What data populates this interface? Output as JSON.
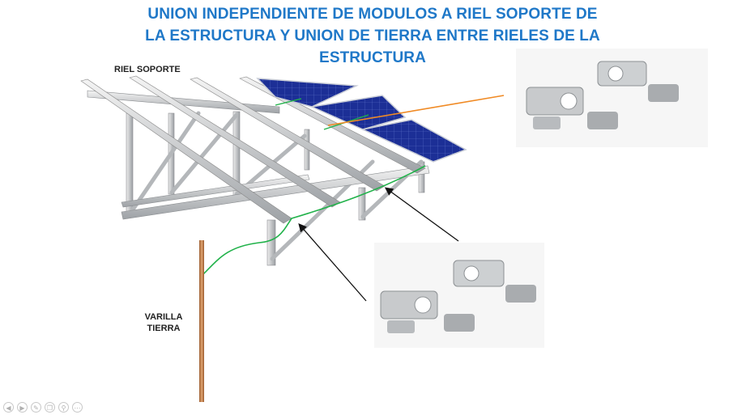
{
  "title": {
    "line1": "UNION INDEPENDIENTE DE MODULOS A RIEL SOPORTE DE",
    "line2": "LA ESTRUCTURA Y UNION DE TIERRA ENTRE RIELES DE LA",
    "line3": "ESTRUCTURA"
  },
  "labels": {
    "riel_soporte": "RIEL SOPORTE",
    "varilla_line1": "VARILLA",
    "varilla_line2": "TIERRA"
  },
  "colors": {
    "title": "#1f78c8",
    "ground_wire": "#21b24a",
    "callout_line": "#f08a24",
    "panel": "#1b2a8c",
    "rod": "#c07a45"
  },
  "controls": [
    "prev-icon",
    "next-icon",
    "pen-icon",
    "copy-icon",
    "zoom-icon",
    "more-icon"
  ]
}
